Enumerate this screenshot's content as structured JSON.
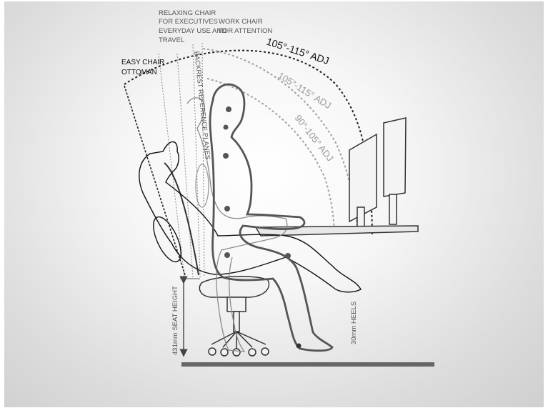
{
  "labels": {
    "relaxing_chair": [
      "RELAXING CHAIR",
      "FOR EXECUTIVES",
      "EVERYDAY USE AND",
      "TRAVEL"
    ],
    "work_chair": [
      "WORK CHAIR",
      "FOR ATTENTION"
    ],
    "easy_chair": [
      "EASY CHAIR",
      "OTTOMAN"
    ],
    "backrest_reference": "BACKREST REFERENCE PLANES",
    "angle_outer": "105°-115° ADJ",
    "angle_middle": "105°-115° ADJ",
    "angle_inner": "90°-105° ADJ",
    "seat_height": "431mm SEAT HEIGHT",
    "heels": "30mm HEELS"
  },
  "colors": {
    "background": "#ffffff",
    "line_dark": "#222222",
    "line_grey": "#9a9a9a",
    "floor": "#666666"
  }
}
